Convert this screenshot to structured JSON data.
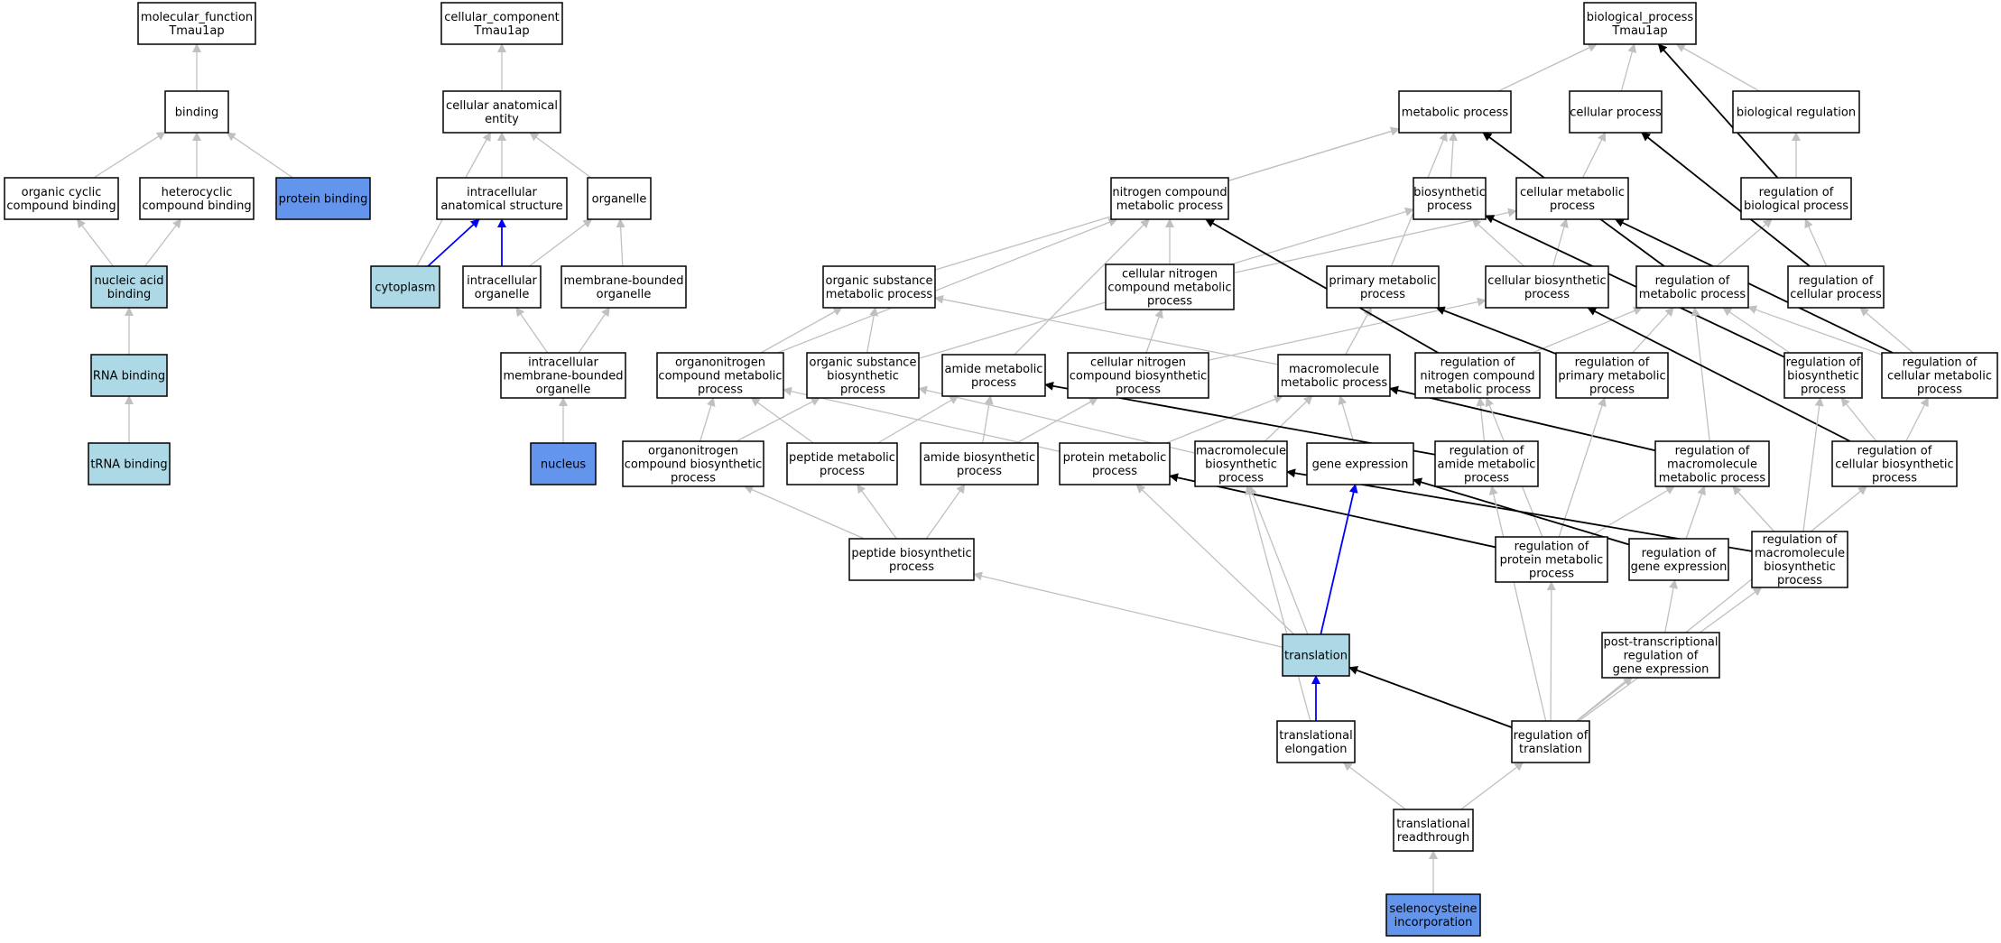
{
  "colors": {
    "white": "#ffffff",
    "light_blue": "#add8e6",
    "blue": "#6495ed",
    "edge_grey": "#c0c0c0",
    "edge_black": "#000000",
    "edge_blue": "#0000ff"
  },
  "nodes": [
    {
      "id": "mf_root",
      "lines": [
        "molecular_function",
        "Tmau1ap"
      ],
      "fill": "white"
    },
    {
      "id": "binding",
      "lines": [
        "binding"
      ],
      "fill": "white"
    },
    {
      "id": "org_cyc_bind",
      "lines": [
        "organic cyclic",
        "compound binding"
      ],
      "fill": "white"
    },
    {
      "id": "het_bind",
      "lines": [
        "heterocyclic",
        "compound binding"
      ],
      "fill": "white"
    },
    {
      "id": "protein_binding",
      "lines": [
        "protein binding"
      ],
      "fill": "blue"
    },
    {
      "id": "nucleic_acid_binding",
      "lines": [
        "nucleic acid",
        "binding"
      ],
      "fill": "light_blue"
    },
    {
      "id": "rna_binding",
      "lines": [
        "RNA binding"
      ],
      "fill": "light_blue"
    },
    {
      "id": "trna_binding",
      "lines": [
        "tRNA binding"
      ],
      "fill": "light_blue"
    },
    {
      "id": "cc_root",
      "lines": [
        "cellular_component",
        "Tmau1ap"
      ],
      "fill": "white"
    },
    {
      "id": "cell_anat",
      "lines": [
        "cellular anatomical",
        "entity"
      ],
      "fill": "white"
    },
    {
      "id": "intra_anat",
      "lines": [
        "intracellular",
        "anatomical structure"
      ],
      "fill": "white"
    },
    {
      "id": "organelle",
      "lines": [
        "organelle"
      ],
      "fill": "white"
    },
    {
      "id": "cytoplasm",
      "lines": [
        "cytoplasm"
      ],
      "fill": "light_blue"
    },
    {
      "id": "intra_org",
      "lines": [
        "intracellular",
        "organelle"
      ],
      "fill": "white"
    },
    {
      "id": "mem_org",
      "lines": [
        "membrane-bounded",
        "organelle"
      ],
      "fill": "white"
    },
    {
      "id": "intra_mem_org",
      "lines": [
        "intracellular",
        "membrane-bounded",
        "organelle"
      ],
      "fill": "white"
    },
    {
      "id": "nucleus",
      "lines": [
        "nucleus"
      ],
      "fill": "blue"
    },
    {
      "id": "bp_root",
      "lines": [
        "biological_process",
        "Tmau1ap"
      ],
      "fill": "white"
    },
    {
      "id": "metabolic",
      "lines": [
        "metabolic process"
      ],
      "fill": "white"
    },
    {
      "id": "cellular_process",
      "lines": [
        "cellular process"
      ],
      "fill": "white"
    },
    {
      "id": "bio_reg",
      "lines": [
        "biological regulation"
      ],
      "fill": "white"
    },
    {
      "id": "nitro_met",
      "lines": [
        "nitrogen compound",
        "metabolic process"
      ],
      "fill": "white"
    },
    {
      "id": "biosynthetic",
      "lines": [
        "biosynthetic",
        "process"
      ],
      "fill": "white"
    },
    {
      "id": "cell_met",
      "lines": [
        "cellular metabolic",
        "process"
      ],
      "fill": "white"
    },
    {
      "id": "reg_bio",
      "lines": [
        "regulation of",
        "biological process"
      ],
      "fill": "white"
    },
    {
      "id": "org_sub_met",
      "lines": [
        "organic substance",
        "metabolic process"
      ],
      "fill": "white"
    },
    {
      "id": "cell_nitro_met",
      "lines": [
        "cellular nitrogen",
        "compound metabolic",
        "process"
      ],
      "fill": "white"
    },
    {
      "id": "primary_met",
      "lines": [
        "primary metabolic",
        "process"
      ],
      "fill": "white"
    },
    {
      "id": "cell_bios",
      "lines": [
        "cellular biosynthetic",
        "process"
      ],
      "fill": "white"
    },
    {
      "id": "reg_met",
      "lines": [
        "regulation of",
        "metabolic process"
      ],
      "fill": "white"
    },
    {
      "id": "reg_cell",
      "lines": [
        "regulation of",
        "cellular process"
      ],
      "fill": "white"
    },
    {
      "id": "orgnitro_met",
      "lines": [
        "organonitrogen",
        "compound metabolic",
        "process"
      ],
      "fill": "white"
    },
    {
      "id": "org_sub_bios",
      "lines": [
        "organic substance",
        "biosynthetic",
        "process"
      ],
      "fill": "white"
    },
    {
      "id": "amide_met",
      "lines": [
        "amide metabolic",
        "process"
      ],
      "fill": "white"
    },
    {
      "id": "cell_nitro_bios",
      "lines": [
        "cellular nitrogen",
        "compound biosynthetic",
        "process"
      ],
      "fill": "white"
    },
    {
      "id": "macro_met",
      "lines": [
        "macromolecule",
        "metabolic process"
      ],
      "fill": "white"
    },
    {
      "id": "reg_nitro_met",
      "lines": [
        "regulation of",
        "nitrogen compound",
        "metabolic process"
      ],
      "fill": "white"
    },
    {
      "id": "reg_prim_met",
      "lines": [
        "regulation of",
        "primary metabolic",
        "process"
      ],
      "fill": "white"
    },
    {
      "id": "reg_bios",
      "lines": [
        "regulation of",
        "biosynthetic",
        "process"
      ],
      "fill": "white"
    },
    {
      "id": "reg_cell_met",
      "lines": [
        "regulation of",
        "cellular metabolic",
        "process"
      ],
      "fill": "white"
    },
    {
      "id": "orgnitro_bios",
      "lines": [
        "organonitrogen",
        "compound biosynthetic",
        "process"
      ],
      "fill": "white"
    },
    {
      "id": "peptide_met",
      "lines": [
        "peptide metabolic",
        "process"
      ],
      "fill": "white"
    },
    {
      "id": "amide_bios",
      "lines": [
        "amide biosynthetic",
        "process"
      ],
      "fill": "white"
    },
    {
      "id": "protein_met",
      "lines": [
        "protein metabolic",
        "process"
      ],
      "fill": "white"
    },
    {
      "id": "macro_bios",
      "lines": [
        "macromolecule",
        "biosynthetic",
        "process"
      ],
      "fill": "white"
    },
    {
      "id": "gene_expr",
      "lines": [
        "gene expression"
      ],
      "fill": "white"
    },
    {
      "id": "reg_amide_met",
      "lines": [
        "regulation of",
        "amide metabolic",
        "process"
      ],
      "fill": "white"
    },
    {
      "id": "reg_macro_met",
      "lines": [
        "regulation of",
        "macromolecule",
        "metabolic process"
      ],
      "fill": "white"
    },
    {
      "id": "reg_cell_bios",
      "lines": [
        "regulation of",
        "cellular biosynthetic",
        "process"
      ],
      "fill": "white"
    },
    {
      "id": "peptide_bios",
      "lines": [
        "peptide biosynthetic",
        "process"
      ],
      "fill": "white"
    },
    {
      "id": "reg_prot_met",
      "lines": [
        "regulation of",
        "protein metabolic",
        "process"
      ],
      "fill": "white"
    },
    {
      "id": "reg_gene_expr",
      "lines": [
        "regulation of",
        "gene expression"
      ],
      "fill": "white"
    },
    {
      "id": "reg_macro_bios",
      "lines": [
        "regulation of",
        "macromolecule",
        "biosynthetic",
        "process"
      ],
      "fill": "white"
    },
    {
      "id": "translation",
      "lines": [
        "translation"
      ],
      "fill": "light_blue"
    },
    {
      "id": "post_trans_reg",
      "lines": [
        "post-transcriptional",
        "regulation of",
        "gene expression"
      ],
      "fill": "white"
    },
    {
      "id": "trans_elong",
      "lines": [
        "translational",
        "elongation"
      ],
      "fill": "white"
    },
    {
      "id": "reg_translation",
      "lines": [
        "regulation of",
        "translation"
      ],
      "fill": "white"
    },
    {
      "id": "trans_readthrough",
      "lines": [
        "translational",
        "readthrough"
      ],
      "fill": "white"
    },
    {
      "id": "selenocysteine",
      "lines": [
        "selenocysteine",
        "incorporation"
      ],
      "fill": "blue"
    }
  ],
  "edges": [
    {
      "from": "binding",
      "to": "mf_root",
      "kind": "grey"
    },
    {
      "from": "org_cyc_bind",
      "to": "binding",
      "kind": "grey"
    },
    {
      "from": "het_bind",
      "to": "binding",
      "kind": "grey"
    },
    {
      "from": "protein_binding",
      "to": "binding",
      "kind": "grey"
    },
    {
      "from": "nucleic_acid_binding",
      "to": "org_cyc_bind",
      "kind": "grey"
    },
    {
      "from": "nucleic_acid_binding",
      "to": "het_bind",
      "kind": "grey"
    },
    {
      "from": "rna_binding",
      "to": "nucleic_acid_binding",
      "kind": "grey"
    },
    {
      "from": "trna_binding",
      "to": "rna_binding",
      "kind": "grey"
    },
    {
      "from": "cell_anat",
      "to": "cc_root",
      "kind": "grey"
    },
    {
      "from": "intra_anat",
      "to": "cell_anat",
      "kind": "grey"
    },
    {
      "from": "organelle",
      "to": "cell_anat",
      "kind": "grey"
    },
    {
      "from": "cytoplasm",
      "to": "cell_anat",
      "kind": "grey"
    },
    {
      "from": "cytoplasm",
      "to": "intra_anat",
      "kind": "blue"
    },
    {
      "from": "intra_org",
      "to": "intra_anat",
      "kind": "blue"
    },
    {
      "from": "intra_org",
      "to": "organelle",
      "kind": "grey"
    },
    {
      "from": "mem_org",
      "to": "organelle",
      "kind": "grey"
    },
    {
      "from": "intra_mem_org",
      "to": "intra_org",
      "kind": "grey"
    },
    {
      "from": "intra_mem_org",
      "to": "mem_org",
      "kind": "grey"
    },
    {
      "from": "nucleus",
      "to": "intra_mem_org",
      "kind": "grey"
    },
    {
      "from": "metabolic",
      "to": "bp_root",
      "kind": "grey"
    },
    {
      "from": "cellular_process",
      "to": "bp_root",
      "kind": "grey"
    },
    {
      "from": "bio_reg",
      "to": "bp_root",
      "kind": "grey"
    },
    {
      "from": "reg_bio",
      "to": "bp_root",
      "kind": "black"
    },
    {
      "from": "reg_bio",
      "to": "bio_reg",
      "kind": "grey"
    },
    {
      "from": "nitro_met",
      "to": "metabolic",
      "kind": "grey"
    },
    {
      "from": "biosynthetic",
      "to": "metabolic",
      "kind": "grey"
    },
    {
      "from": "cell_met",
      "to": "metabolic",
      "kind": "grey"
    },
    {
      "from": "cell_met",
      "to": "cellular_process",
      "kind": "grey"
    },
    {
      "from": "org_sub_met",
      "to": "metabolic",
      "kind": "grey"
    },
    {
      "from": "primary_met",
      "to": "metabolic",
      "kind": "grey"
    },
    {
      "from": "reg_met",
      "to": "metabolic",
      "kind": "black"
    },
    {
      "from": "reg_met",
      "to": "reg_bio",
      "kind": "grey"
    },
    {
      "from": "reg_cell",
      "to": "cellular_process",
      "kind": "black"
    },
    {
      "from": "reg_cell",
      "to": "reg_bio",
      "kind": "grey"
    },
    {
      "from": "cell_nitro_met",
      "to": "nitro_met",
      "kind": "grey"
    },
    {
      "from": "cell_nitro_met",
      "to": "cell_met",
      "kind": "grey"
    },
    {
      "from": "cell_bios",
      "to": "biosynthetic",
      "kind": "grey"
    },
    {
      "from": "cell_bios",
      "to": "cell_met",
      "kind": "grey"
    },
    {
      "from": "orgnitro_met",
      "to": "nitro_met",
      "kind": "grey"
    },
    {
      "from": "orgnitro_met",
      "to": "org_sub_met",
      "kind": "grey"
    },
    {
      "from": "org_sub_bios",
      "to": "org_sub_met",
      "kind": "grey"
    },
    {
      "from": "org_sub_bios",
      "to": "biosynthetic",
      "kind": "grey"
    },
    {
      "from": "amide_met",
      "to": "nitro_met",
      "kind": "grey"
    },
    {
      "from": "cell_nitro_bios",
      "to": "cell_nitro_met",
      "kind": "grey"
    },
    {
      "from": "cell_nitro_bios",
      "to": "cell_bios",
      "kind": "grey"
    },
    {
      "from": "macro_met",
      "to": "primary_met",
      "kind": "grey"
    },
    {
      "from": "macro_met",
      "to": "org_sub_met",
      "kind": "grey"
    },
    {
      "from": "reg_nitro_met",
      "to": "nitro_met",
      "kind": "black"
    },
    {
      "from": "reg_nitro_met",
      "to": "reg_met",
      "kind": "grey"
    },
    {
      "from": "reg_prim_met",
      "to": "primary_met",
      "kind": "black"
    },
    {
      "from": "reg_prim_met",
      "to": "reg_met",
      "kind": "grey"
    },
    {
      "from": "reg_bios",
      "to": "biosynthetic",
      "kind": "black"
    },
    {
      "from": "reg_bios",
      "to": "reg_met",
      "kind": "grey"
    },
    {
      "from": "reg_cell_met",
      "to": "cell_met",
      "kind": "black"
    },
    {
      "from": "reg_cell_met",
      "to": "reg_met",
      "kind": "grey"
    },
    {
      "from": "reg_cell_met",
      "to": "reg_cell",
      "kind": "grey"
    },
    {
      "from": "orgnitro_bios",
      "to": "orgnitro_met",
      "kind": "grey"
    },
    {
      "from": "orgnitro_bios",
      "to": "org_sub_bios",
      "kind": "grey"
    },
    {
      "from": "peptide_met",
      "to": "amide_met",
      "kind": "grey"
    },
    {
      "from": "peptide_met",
      "to": "orgnitro_met",
      "kind": "grey"
    },
    {
      "from": "amide_bios",
      "to": "amide_met",
      "kind": "grey"
    },
    {
      "from": "amide_bios",
      "to": "cell_nitro_bios",
      "kind": "grey"
    },
    {
      "from": "protein_met",
      "to": "orgnitro_met",
      "kind": "grey"
    },
    {
      "from": "protein_met",
      "to": "macro_met",
      "kind": "grey"
    },
    {
      "from": "macro_bios",
      "to": "macro_met",
      "kind": "grey"
    },
    {
      "from": "macro_bios",
      "to": "org_sub_bios",
      "kind": "grey"
    },
    {
      "from": "gene_expr",
      "to": "macro_met",
      "kind": "grey"
    },
    {
      "from": "reg_amide_met",
      "to": "amide_met",
      "kind": "black"
    },
    {
      "from": "reg_amide_met",
      "to": "reg_nitro_met",
      "kind": "grey"
    },
    {
      "from": "reg_macro_met",
      "to": "macro_met",
      "kind": "black"
    },
    {
      "from": "reg_macro_met",
      "to": "reg_met",
      "kind": "grey"
    },
    {
      "from": "reg_cell_bios",
      "to": "cell_bios",
      "kind": "black"
    },
    {
      "from": "reg_cell_bios",
      "to": "reg_bios",
      "kind": "grey"
    },
    {
      "from": "reg_cell_bios",
      "to": "reg_cell_met",
      "kind": "grey"
    },
    {
      "from": "peptide_bios",
      "to": "peptide_met",
      "kind": "grey"
    },
    {
      "from": "peptide_bios",
      "to": "amide_bios",
      "kind": "grey"
    },
    {
      "from": "peptide_bios",
      "to": "orgnitro_bios",
      "kind": "grey"
    },
    {
      "from": "reg_prot_met",
      "to": "protein_met",
      "kind": "black"
    },
    {
      "from": "reg_prot_met",
      "to": "reg_macro_met",
      "kind": "grey"
    },
    {
      "from": "reg_prot_met",
      "to": "reg_prim_met",
      "kind": "grey"
    },
    {
      "from": "reg_prot_met",
      "to": "reg_nitro_met",
      "kind": "grey"
    },
    {
      "from": "reg_gene_expr",
      "to": "gene_expr",
      "kind": "black"
    },
    {
      "from": "reg_gene_expr",
      "to": "reg_macro_met",
      "kind": "grey"
    },
    {
      "from": "reg_macro_bios",
      "to": "macro_bios",
      "kind": "black"
    },
    {
      "from": "reg_macro_bios",
      "to": "reg_macro_met",
      "kind": "grey"
    },
    {
      "from": "reg_macro_bios",
      "to": "reg_bios",
      "kind": "grey"
    },
    {
      "from": "translation",
      "to": "peptide_bios",
      "kind": "grey"
    },
    {
      "from": "translation",
      "to": "protein_met",
      "kind": "grey"
    },
    {
      "from": "translation",
      "to": "macro_bios",
      "kind": "grey"
    },
    {
      "from": "translation",
      "to": "gene_expr",
      "kind": "blue"
    },
    {
      "from": "post_trans_reg",
      "to": "reg_gene_expr",
      "kind": "grey"
    },
    {
      "from": "trans_elong",
      "to": "translation",
      "kind": "blue"
    },
    {
      "from": "trans_elong",
      "to": "macro_bios",
      "kind": "grey"
    },
    {
      "from": "reg_translation",
      "to": "translation",
      "kind": "black"
    },
    {
      "from": "reg_translation",
      "to": "reg_prot_met",
      "kind": "grey"
    },
    {
      "from": "reg_translation",
      "to": "post_trans_reg",
      "kind": "grey"
    },
    {
      "from": "reg_translation",
      "to": "reg_macro_bios",
      "kind": "grey"
    },
    {
      "from": "reg_translation",
      "to": "reg_amide_met",
      "kind": "grey"
    },
    {
      "from": "reg_translation",
      "to": "reg_cell_bios",
      "kind": "grey"
    },
    {
      "from": "trans_readthrough",
      "to": "trans_elong",
      "kind": "grey"
    },
    {
      "from": "trans_readthrough",
      "to": "reg_translation",
      "kind": "grey"
    },
    {
      "from": "selenocysteine",
      "to": "trans_readthrough",
      "kind": "grey"
    }
  ]
}
